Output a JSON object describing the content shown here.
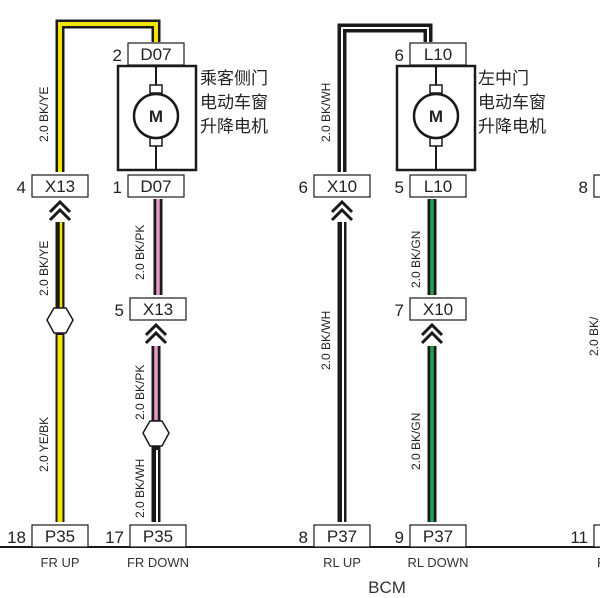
{
  "motors": [
    {
      "name_lines": [
        "乘客侧门",
        "电动车窗",
        "升降电机"
      ],
      "symbol": "M",
      "top_pin": {
        "num": "2",
        "code": "D07"
      },
      "bottom_pin": {
        "num": "1",
        "code": "D07"
      }
    },
    {
      "name_lines": [
        "左中门",
        "电动车窗",
        "升降电机"
      ],
      "symbol": "M",
      "top_pin": {
        "num": "6",
        "code": "L10"
      },
      "bottom_pin": {
        "num": "5",
        "code": "L10"
      }
    }
  ],
  "connectors": [
    {
      "num": "4",
      "code": "X13"
    },
    {
      "num": "5",
      "code": "X13"
    },
    {
      "num": "6",
      "code": "X10"
    },
    {
      "num": "7",
      "code": "X10"
    }
  ],
  "partial_connector": {
    "num": "8"
  },
  "bcm_pins": [
    {
      "num": "18",
      "code": "P35",
      "signal": "FR UP"
    },
    {
      "num": "17",
      "code": "P35",
      "signal": "FR DOWN"
    },
    {
      "num": "8",
      "code": "P37",
      "signal": "RL UP"
    },
    {
      "num": "9",
      "code": "P37",
      "signal": "RL DOWN"
    },
    {
      "num": "11",
      "code": "",
      "signal": "F"
    }
  ],
  "wire_labels": {
    "fr_up_top": "2.0 BK/YE",
    "fr_up_mid": "2.0 BK/YE",
    "fr_up_bottom": "2.0 YE/BK",
    "fr_down_top": "2.0 BK/PK",
    "fr_down_mid": "2.0 BK/PK",
    "fr_down_bottom": "2.0 BK/WH",
    "rl_up_top": "2.0 BK/WH",
    "rl_up_lower": "2.0 BK/WH",
    "rl_down_top": "2.0 BK/GN",
    "rl_down_lower": "2.0 BK/GN",
    "partial_right": "2.0 BK/"
  },
  "module": {
    "name": "BCM"
  },
  "colors": {
    "black": "#1a1a1a",
    "yellow": "#f2e600",
    "pink": "#e79ac9",
    "white": "#ffffff",
    "green": "#1fa24a"
  }
}
